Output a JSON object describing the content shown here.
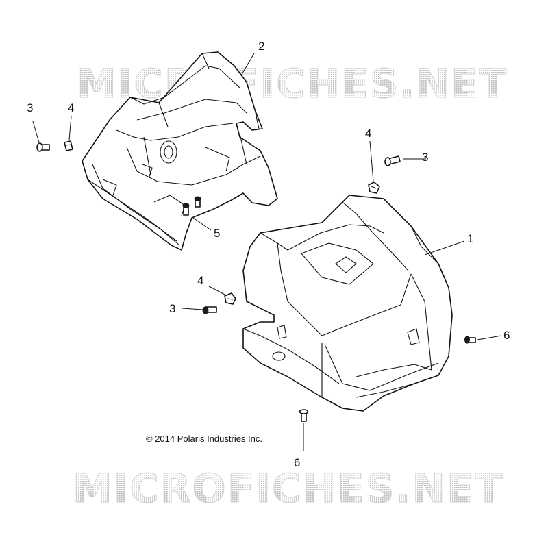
{
  "watermark": {
    "top_text": "MICROFICHES.NET",
    "bottom_text": "MICROFICHES.NET"
  },
  "copyright": "© 2014 Polaris Industries Inc.",
  "callouts": {
    "upper_cover": "2",
    "lower_cover": "1",
    "screw_left": "3",
    "clip_left": "4",
    "clip_right": "4",
    "screw_right": "3",
    "screws_pair": "5",
    "clip_center": "4",
    "screw_center": "3",
    "fastener_right": "6",
    "fastener_bottom": "6"
  }
}
